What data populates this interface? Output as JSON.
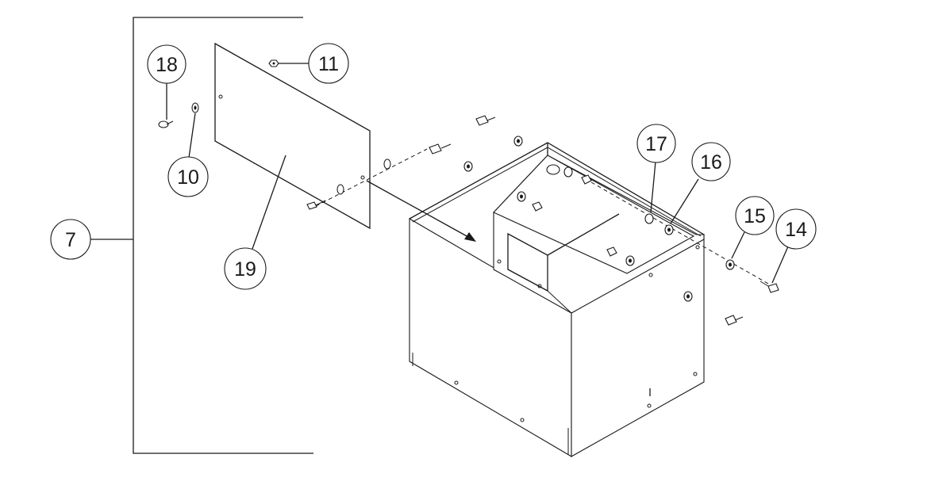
{
  "callouts": {
    "c7": "7",
    "c10": "10",
    "c11": "11",
    "c14": "14",
    "c15": "15",
    "c16": "16",
    "c17": "17",
    "c18": "18",
    "c19": "19"
  }
}
